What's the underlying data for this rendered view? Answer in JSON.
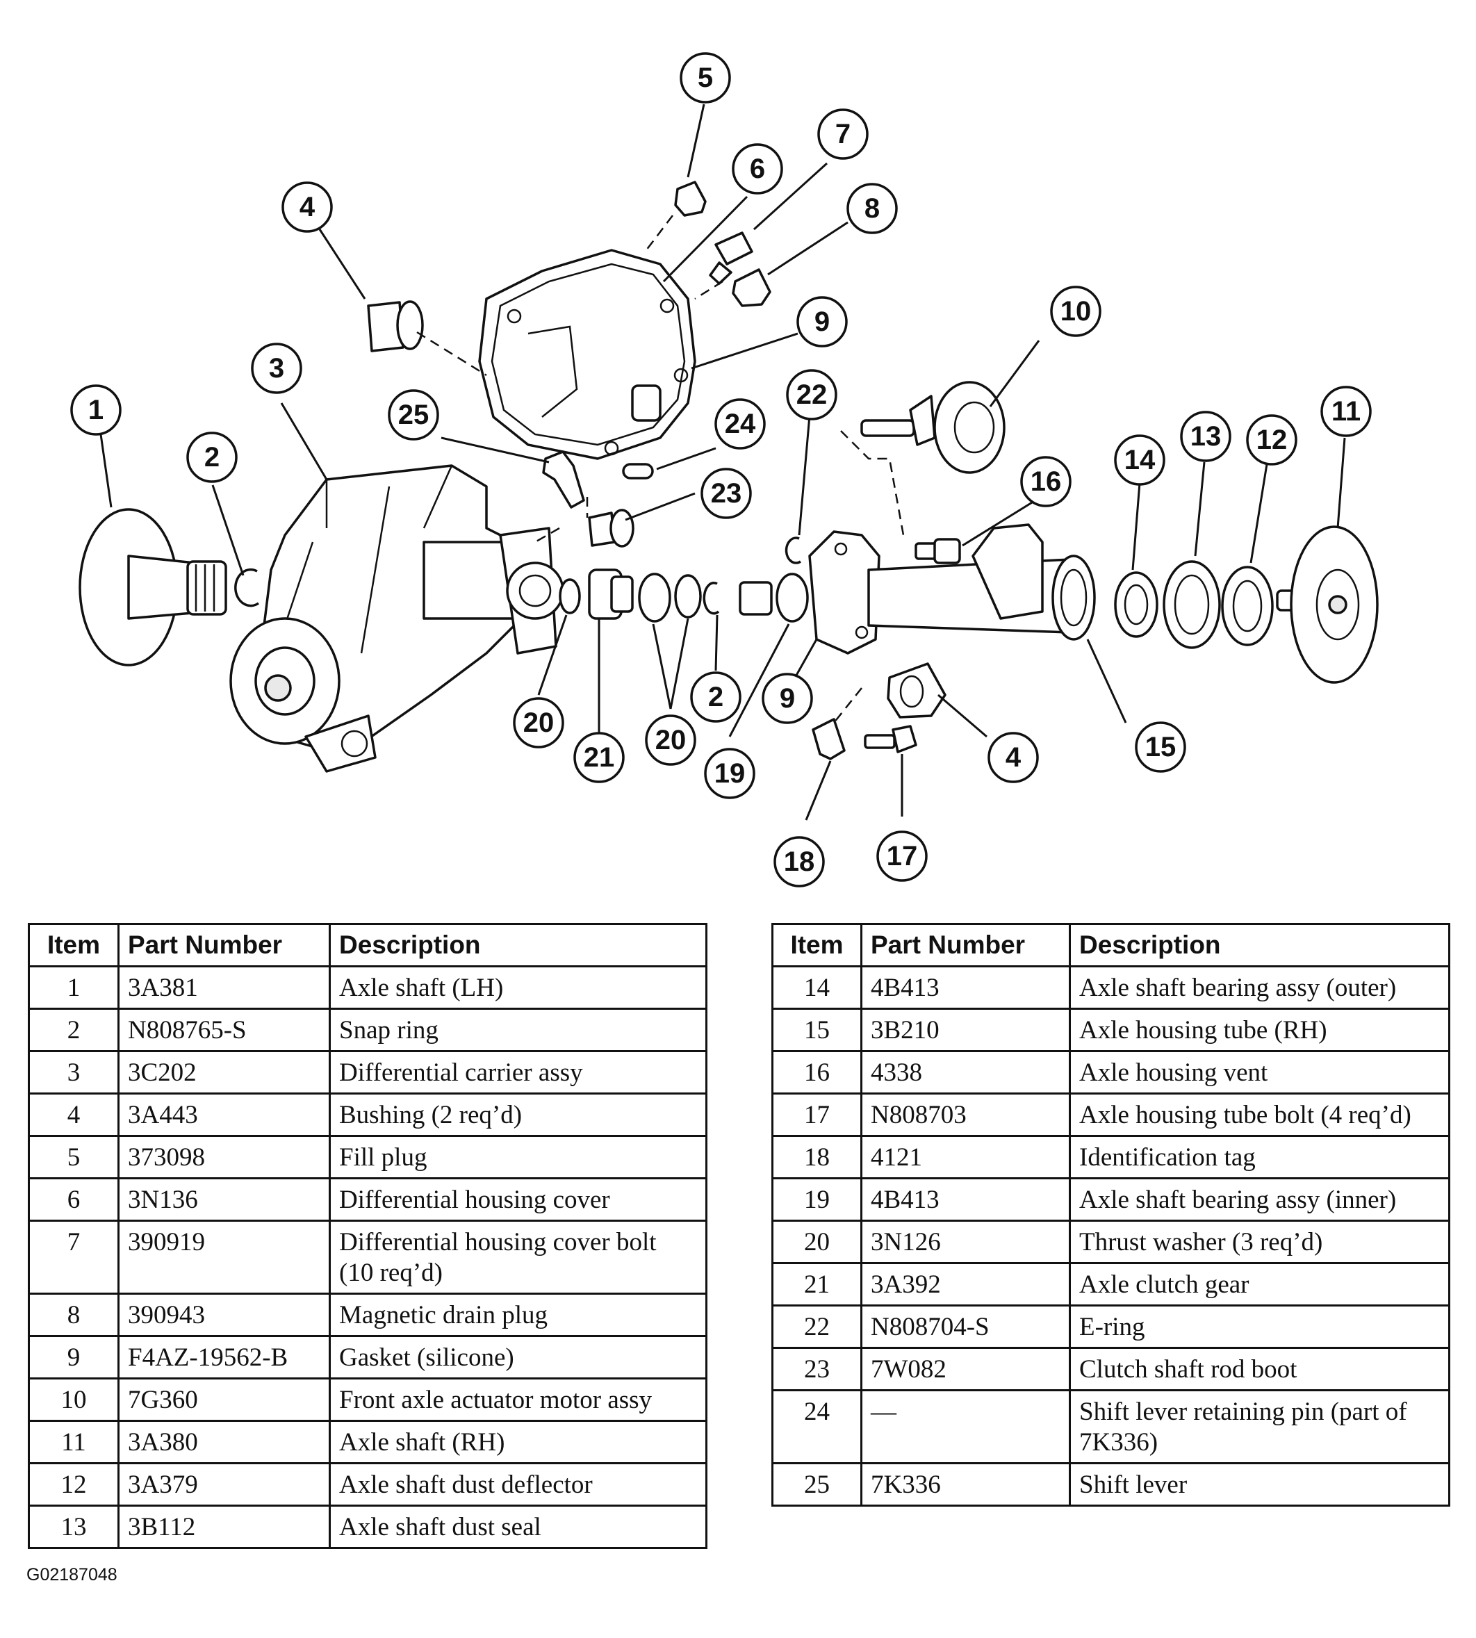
{
  "callouts": [
    "5",
    "6",
    "7",
    "8",
    "4",
    "9",
    "10",
    "3",
    "1",
    "25",
    "24",
    "22",
    "11",
    "14",
    "13",
    "12",
    "2",
    "16",
    "23",
    "20",
    "21",
    "20",
    "2",
    "19",
    "9",
    "4",
    "15",
    "18",
    "17"
  ],
  "table_left": {
    "headers": [
      "Item",
      "Part Number",
      "Description"
    ],
    "rows": [
      {
        "item": "1",
        "part": "3A381",
        "desc": "Axle shaft (LH)"
      },
      {
        "item": "2",
        "part": "N808765-S",
        "desc": "Snap ring"
      },
      {
        "item": "3",
        "part": "3C202",
        "desc": "Differential carrier assy"
      },
      {
        "item": "4",
        "part": "3A443",
        "desc": "Bushing (2 req’d)"
      },
      {
        "item": "5",
        "part": "373098",
        "desc": "Fill plug"
      },
      {
        "item": "6",
        "part": "3N136",
        "desc": "Differential housing cover"
      },
      {
        "item": "7",
        "part": "390919",
        "desc": "Differential housing cover bolt (10 req’d)"
      },
      {
        "item": "8",
        "part": "390943",
        "desc": "Magnetic drain plug"
      },
      {
        "item": "9",
        "part": "F4AZ-19562-B",
        "desc": "Gasket (silicone)"
      },
      {
        "item": "10",
        "part": "7G360",
        "desc": "Front axle actuator motor assy"
      },
      {
        "item": "11",
        "part": "3A380",
        "desc": "Axle shaft (RH)"
      },
      {
        "item": "12",
        "part": "3A379",
        "desc": "Axle shaft dust deflector"
      },
      {
        "item": "13",
        "part": "3B112",
        "desc": "Axle shaft dust seal"
      }
    ]
  },
  "table_right": {
    "headers": [
      "Item",
      "Part Number",
      "Description"
    ],
    "rows": [
      {
        "item": "14",
        "part": "4B413",
        "desc": "Axle shaft bearing assy (outer)"
      },
      {
        "item": "15",
        "part": "3B210",
        "desc": "Axle housing tube (RH)"
      },
      {
        "item": "16",
        "part": "4338",
        "desc": "Axle housing vent"
      },
      {
        "item": "17",
        "part": "N808703",
        "desc": "Axle housing tube bolt (4 req’d)"
      },
      {
        "item": "18",
        "part": "4121",
        "desc": "Identification tag"
      },
      {
        "item": "19",
        "part": "4B413",
        "desc": "Axle shaft bearing assy (inner)"
      },
      {
        "item": "20",
        "part": "3N126",
        "desc": "Thrust washer (3 req’d)"
      },
      {
        "item": "21",
        "part": "3A392",
        "desc": "Axle clutch gear"
      },
      {
        "item": "22",
        "part": "N808704-S",
        "desc": "E-ring"
      },
      {
        "item": "23",
        "part": "7W082",
        "desc": "Clutch shaft rod boot"
      },
      {
        "item": "24",
        "part": "—",
        "desc": "Shift lever retaining pin (part of 7K336)"
      },
      {
        "item": "25",
        "part": "7K336",
        "desc": "Shift lever"
      }
    ]
  },
  "figure_id": "G02187048"
}
